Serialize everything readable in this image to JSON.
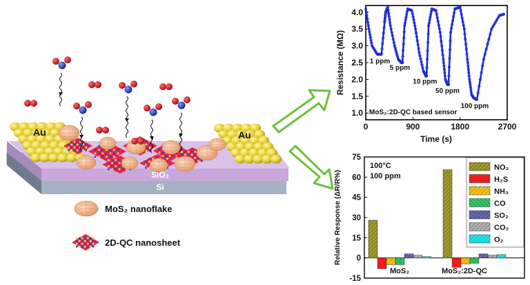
{
  "device": {
    "electrode_left": "Au",
    "electrode_right": "Au",
    "oxide_layer": "SiO₂",
    "substrate": "Si",
    "legend": [
      {
        "label": "MoS₂ nanoflake",
        "icon": "nanoflake-icon"
      },
      {
        "label": "2D-QC nanosheet",
        "icon": "nanosheet-icon"
      }
    ],
    "colors": {
      "gold": "#e8d43c",
      "sio2": "#c9a8dc",
      "si": "#8d98a8",
      "no2_red": "#c8161d",
      "no2_blue": "#1f3fb0",
      "flake": "#f0b28a"
    }
  },
  "chart_data": [
    {
      "type": "line",
      "title": "",
      "xlabel": "Time (s)",
      "ylabel": "Resistance (MΩ)",
      "xlim": [
        0,
        2700
      ],
      "ylim": [
        0.8,
        4.2
      ],
      "xticks": [
        0,
        900,
        1800,
        2700
      ],
      "yticks": [
        1.0,
        1.5,
        2.0,
        2.5,
        3.0,
        3.5,
        4.0
      ],
      "annotation": "MoS₂:2D-QC based sensor",
      "series_color": "#1e2bd6",
      "curve": {
        "x": [
          0,
          60,
          120,
          220,
          300,
          360,
          380,
          420,
          470,
          550,
          620,
          680,
          700,
          740,
          800,
          880,
          950,
          1020,
          1100,
          1150,
          1160,
          1200,
          1260,
          1340,
          1420,
          1480,
          1520,
          1560,
          1580,
          1620,
          1700,
          1800,
          1880,
          1940,
          1980,
          2020,
          2060,
          2120,
          2250,
          2400,
          2550,
          2650
        ],
        "y": [
          4.1,
          3.5,
          3.0,
          2.75,
          2.75,
          3.7,
          4.0,
          4.15,
          3.6,
          3.0,
          2.6,
          2.5,
          2.5,
          3.6,
          4.1,
          4.05,
          3.5,
          2.8,
          2.25,
          2.1,
          2.1,
          3.6,
          4.1,
          4.05,
          3.4,
          2.6,
          2.0,
          1.85,
          1.85,
          3.4,
          4.1,
          4.15,
          3.5,
          2.6,
          2.0,
          1.55,
          1.45,
          1.4,
          2.6,
          3.5,
          3.9,
          3.95
        ]
      },
      "annotations": [
        {
          "text": "1 ppm",
          "x": 270,
          "y": 2.48
        },
        {
          "text": "5 ppm",
          "x": 650,
          "y": 2.28
        },
        {
          "text": "10 ppm",
          "x": 1130,
          "y": 1.88
        },
        {
          "text": "50 ppm",
          "x": 1560,
          "y": 1.6
        },
        {
          "text": "100 ppm",
          "x": 2080,
          "y": 1.15
        }
      ]
    },
    {
      "type": "bar",
      "title": "",
      "xlabel": "",
      "ylabel": "Relative Response (ΔR/R%)",
      "ylim": [
        -15,
        75
      ],
      "yticks": [
        -15,
        0,
        15,
        30,
        45,
        60,
        75
      ],
      "conditions": [
        "100°C",
        "100 ppm"
      ],
      "categories": [
        "MoS₂",
        "MoS₂:2D-QC"
      ],
      "series": [
        {
          "name": "NO₂",
          "values": [
            28,
            65.5
          ],
          "color": "#8f8a20"
        },
        {
          "name": "H₂S",
          "values": [
            -8,
            -7
          ],
          "color": "#ee1c1c"
        },
        {
          "name": "NH₃",
          "values": [
            -5,
            -4.5
          ],
          "color": "#f2c318"
        },
        {
          "name": "CO",
          "values": [
            -5,
            -4
          ],
          "color": "#33c46a"
        },
        {
          "name": "SO₂",
          "values": [
            3,
            3
          ],
          "color": "#5a5aa0"
        },
        {
          "name": "CO₂",
          "values": [
            2,
            2
          ],
          "color": "#9a9a9a"
        },
        {
          "name": "O₂",
          "values": [
            1,
            2.5
          ],
          "color": "#22e2e6"
        }
      ]
    }
  ]
}
